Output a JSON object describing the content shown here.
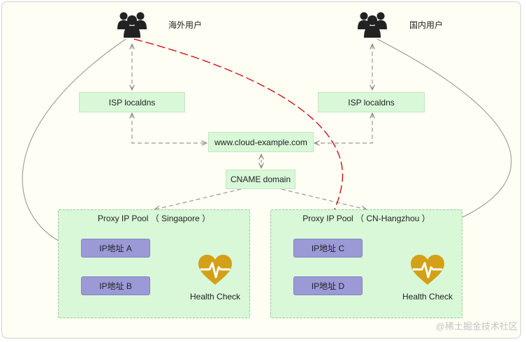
{
  "users": {
    "overseas": {
      "label": "海外用户",
      "icon": "users-icon"
    },
    "domestic": {
      "label": "国内用户",
      "icon": "users-icon"
    }
  },
  "isp": {
    "left": "ISP localdns",
    "right": "ISP localdns"
  },
  "domain": "www.cloud-example.com",
  "cname": "CNAME domain",
  "pools": [
    {
      "title": "Proxy  IP Pool  （ Singapore ）",
      "ips": [
        "IP地址  A",
        "IP地址  B"
      ],
      "health_label": "Health Check"
    },
    {
      "title": "Proxy  IP Pool  （ CN-Hangzhou ）",
      "ips": [
        "IP地址  C",
        "IP地址  D"
      ],
      "health_label": "Health Check"
    }
  ],
  "watermark": "@稀土掘金技术社区",
  "colors": {
    "node_fill": "#d8f8d8",
    "ip_fill": "#9b99d6",
    "heart": "#d4a017",
    "redirect_line": "#cc0000"
  }
}
